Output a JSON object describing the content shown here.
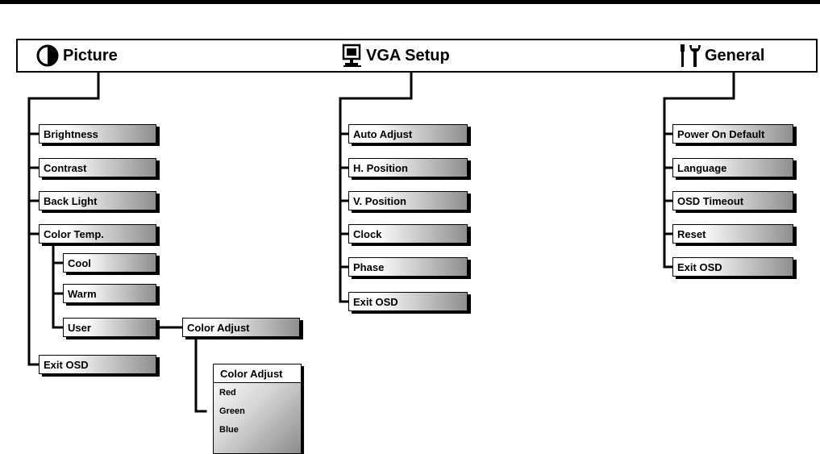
{
  "header": {
    "picture_label": "Picture",
    "vga_label": "VGA Setup",
    "general_label": "General"
  },
  "picture_menu": {
    "items": [
      "Brightness",
      "Contrast",
      "Back Light",
      "Color Temp."
    ],
    "color_temp_options": [
      "Cool",
      "Warm",
      "User"
    ],
    "user_submenu": "Color Adjust",
    "exit": "Exit OSD"
  },
  "color_adjust_panel": {
    "title": "Color Adjust",
    "rows": [
      "Red",
      "Green",
      "Blue"
    ]
  },
  "vga_menu": {
    "items": [
      "Auto Adjust",
      "H. Position",
      "V. Position",
      "Clock",
      "Phase",
      "Exit OSD"
    ]
  },
  "general_menu": {
    "items": [
      "Power On Default",
      "Language",
      "OSD Timeout",
      "Reset",
      "Exit OSD"
    ]
  },
  "icons": {
    "picture": "contrast-icon",
    "vga": "monitor-icon",
    "general": "tools-icon"
  }
}
